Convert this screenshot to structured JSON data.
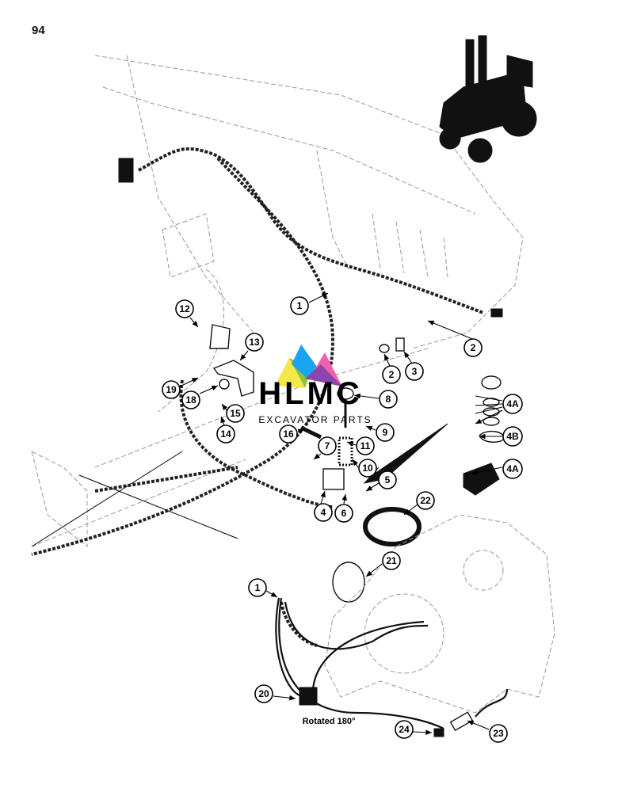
{
  "page_number": "94",
  "note": "Rotated 180°",
  "watermark": {
    "title": "HLMC",
    "subtitle": "EXCAVATOR PARTS"
  },
  "callouts": [
    "1",
    "2",
    "2",
    "3",
    "4A",
    "4B",
    "4A",
    "5",
    "6",
    "4",
    "7",
    "8",
    "9",
    "10",
    "11",
    "12",
    "13",
    "14",
    "15",
    "16",
    "18",
    "19",
    "20",
    "21",
    "22",
    "23",
    "24",
    "1"
  ],
  "colors": {
    "ink": "#111111",
    "logo_yellow": "#f5e94a",
    "logo_blue": "#1aa3f0",
    "logo_purple": "#8e44ad",
    "logo_pink": "#f060b0",
    "logo_green": "#8cc63f"
  }
}
